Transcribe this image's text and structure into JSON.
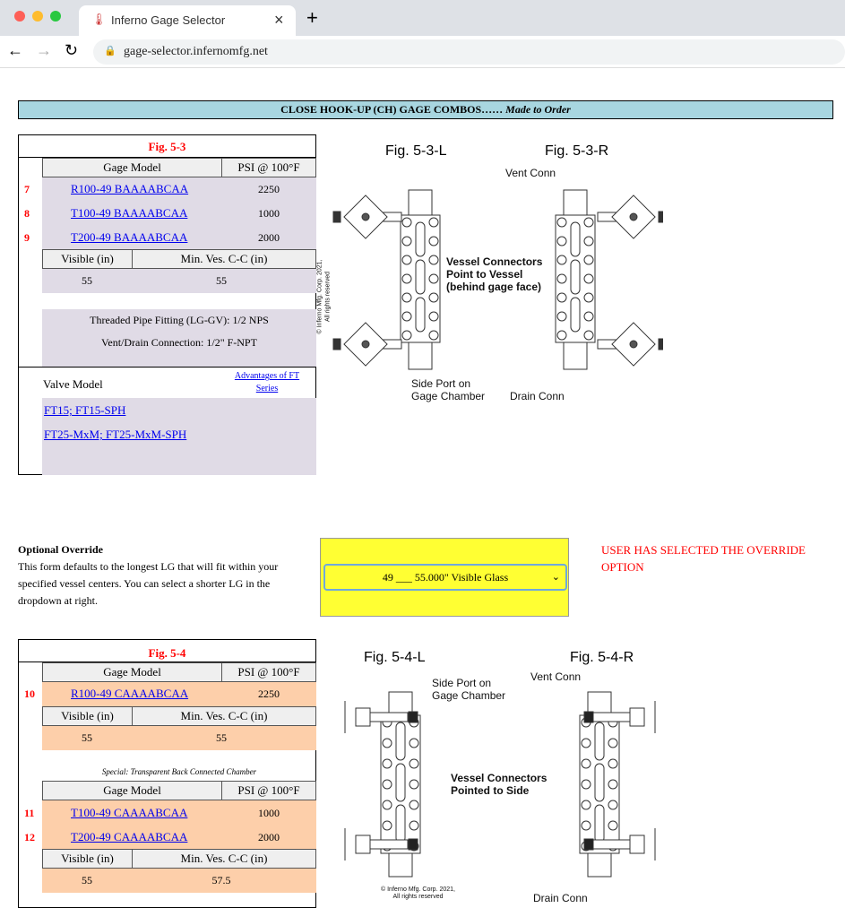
{
  "browser": {
    "tab_title": "Inferno Gage Selector",
    "url": "gage-selector.infernomfg.net",
    "new_tab": "+",
    "close": "×"
  },
  "banner": {
    "title": "CLOSE HOOK-UP (CH) GAGE COMBOS…… ",
    "subtitle": "Made to Order"
  },
  "fig53": {
    "title": "Fig. 5-3",
    "col_model": "Gage Model",
    "col_psi": "PSI @ 100°F",
    "rows": [
      {
        "num": "7",
        "model": "R100-49 BAAAABCAA",
        "psi": "2250"
      },
      {
        "num": "8",
        "model": "T100-49 BAAAABCAA",
        "psi": "1000"
      },
      {
        "num": "9",
        "model": "T200-49 BAAAABCAA",
        "psi": "2000"
      }
    ],
    "col_visible": "Visible (in)",
    "col_min": "Min. Ves. C-C (in)",
    "visible": "55",
    "min": "55",
    "fitting": "Threaded Pipe Fitting (LG-GV): 1/2 NPS",
    "vent": "Vent/Drain Connection: 1/2\" F-NPT",
    "valve_model": "Valve Model",
    "advantages_1": "Advantages of FT ",
    "advantages_2": "Series",
    "valves": [
      "FT15; FT15-SPH",
      "FT25-MxM; FT25-MxM-SPH"
    ]
  },
  "diagram53": {
    "left_title": "Fig. 5-3-L",
    "right_title": "Fig. 5-3-R",
    "vent": "Vent Conn",
    "drain": "Drain Conn",
    "side_port_1": "Side Port on",
    "side_port_2": "Gage Chamber",
    "note_1": "Vessel Connectors",
    "note_2": "Point to Vessel",
    "note_3": "(behind gage face)",
    "copyright_1": "© Inferno Mfg. Corp. 2021,",
    "copyright_2": "All rights reserved"
  },
  "override": {
    "title": "Optional Override",
    "text": "This form defaults to the longest LG that will fit within your specified vessel centers.  You can select a shorter LG in the dropdown at right.",
    "selected": "49 ___ 55.000\" Visible Glass",
    "notice": "USER HAS SELECTED THE OVERRIDE OPTION",
    "panel_color": "#ffff33"
  },
  "fig54": {
    "title": "Fig. 5-4",
    "col_model": "Gage Model",
    "col_psi": "PSI @ 100°F",
    "rows": [
      {
        "num": "10",
        "model": "R100-49 CAAAABCAA",
        "psi": "2250"
      }
    ],
    "col_visible": "Visible (in)",
    "col_min": "Min. Ves. C-C (in)",
    "visible": "55",
    "min": "55",
    "special": "Special: Transparent Back Connected Chamber",
    "rows2": [
      {
        "num": "11",
        "model": "T100-49 CAAAABCAA",
        "psi": "1000"
      },
      {
        "num": "12",
        "model": "T200-49 CAAAABCAA",
        "psi": "2000"
      }
    ],
    "visible2": "55",
    "min2": "57.5"
  },
  "diagram54": {
    "left_title": "Fig. 5-4-L",
    "right_title": "Fig. 5-4-R",
    "side_port_1": "Side Port on",
    "side_port_2": "Gage Chamber",
    "vent": "Vent Conn",
    "drain": "Drain Conn",
    "note_1": "Vessel Connectors",
    "note_2": "Pointed to Side",
    "copyright_1": "© Inferno Mfg. Corp. 2021,",
    "copyright_2": "All rights reserved"
  }
}
